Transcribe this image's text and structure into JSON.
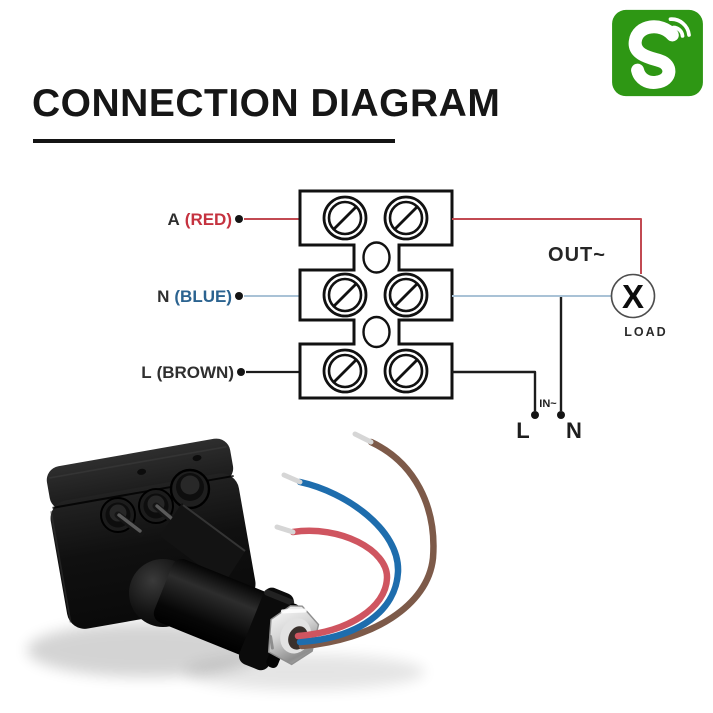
{
  "brand": {
    "logo_icon": "s-wifi-logo",
    "bg_color": "#2e9714",
    "glyph_color": "#ffffff"
  },
  "header": {
    "title": "CONNECTION DIAGRAM"
  },
  "diagram": {
    "terminals": {
      "a": {
        "letter": "A",
        "paren": "(RED)",
        "paren_color": "#c5323f",
        "wire_color": "#c24a52"
      },
      "n": {
        "letter": "N",
        "paren": "(BLUE)",
        "paren_color": "#2b6390",
        "wire_color": "#a9c2d6"
      },
      "l": {
        "letter": "L",
        "paren": "(BROWN)",
        "paren_color": "#2f2f2f",
        "wire_color": "#1c1c1c"
      }
    },
    "out_label": "OUT~",
    "load": {
      "label": "LOAD",
      "symbol": "X"
    },
    "input": {
      "label": "IN~",
      "left": "L",
      "right": "N"
    }
  },
  "photo": {
    "device_image": "sensor-switch-photo",
    "wire_colors": {
      "red": "#cf5560",
      "blue": "#1e6dad",
      "brown": "#7d5a49"
    }
  }
}
